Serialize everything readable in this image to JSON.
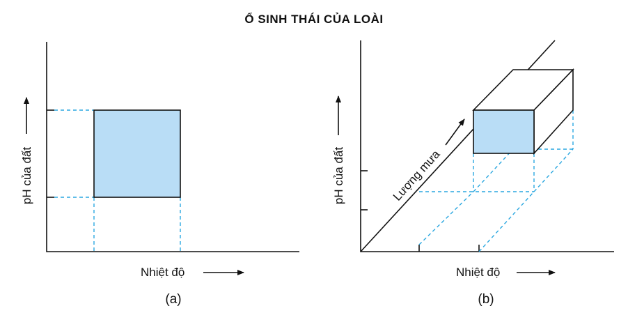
{
  "title": "Ổ SINH THÁI CỦA LOÀI",
  "panel_a": {
    "x_label": "Nhiệt độ",
    "y_label": "pH của đất",
    "caption": "(a)"
  },
  "panel_b": {
    "x_label": "Nhiệt độ",
    "y_label": "pH của đất",
    "z_label": "Lượng mưa",
    "caption": "(b)"
  },
  "colors": {
    "niche_fill": "#b9ddf6",
    "dashed_guide": "#2aa7e0",
    "axis": "#111111"
  }
}
